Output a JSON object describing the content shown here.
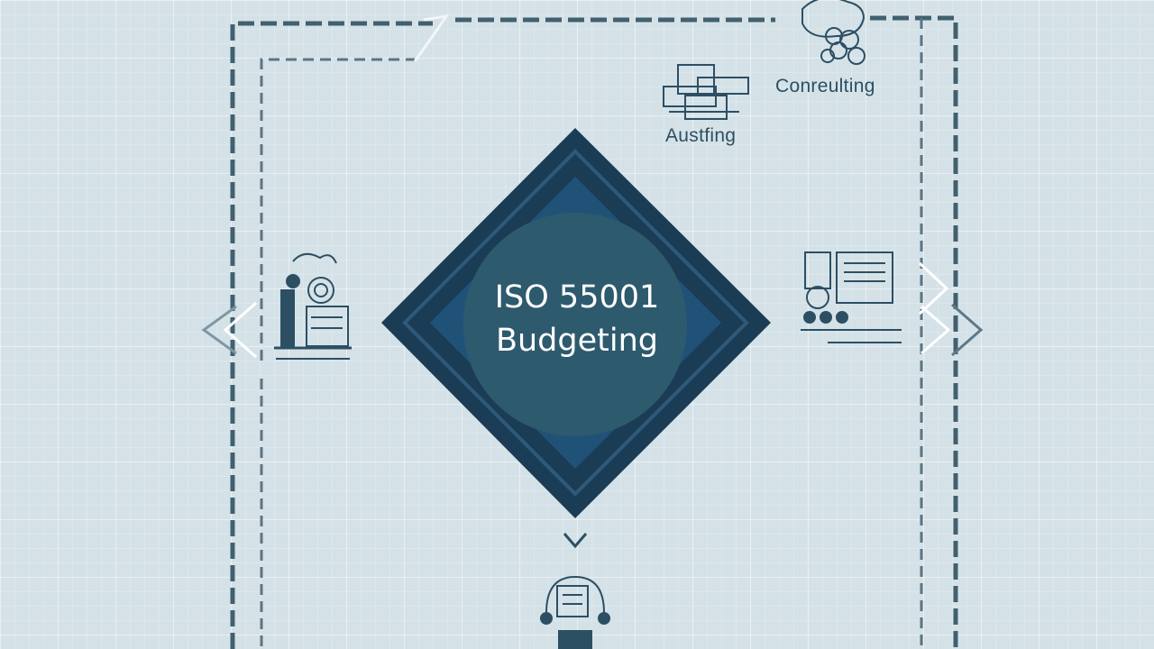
{
  "diagram": {
    "center": {
      "line1": "ISO 55001",
      "line2": "Budgeting"
    },
    "labels": {
      "auditing": "Austfing",
      "consulting": "Conreulting"
    },
    "colors": {
      "background": "#d4e2e8",
      "frame": "#42606f",
      "diamond_dark": "#1b3c55",
      "diamond_mid": "#205278",
      "center_circle": "#2e5a6e",
      "label_text": "#2d4f63"
    },
    "icons": [
      "person-at-desk-icon",
      "computer-team-icon",
      "blocks-icon",
      "team-icon",
      "headset-support-icon"
    ]
  }
}
